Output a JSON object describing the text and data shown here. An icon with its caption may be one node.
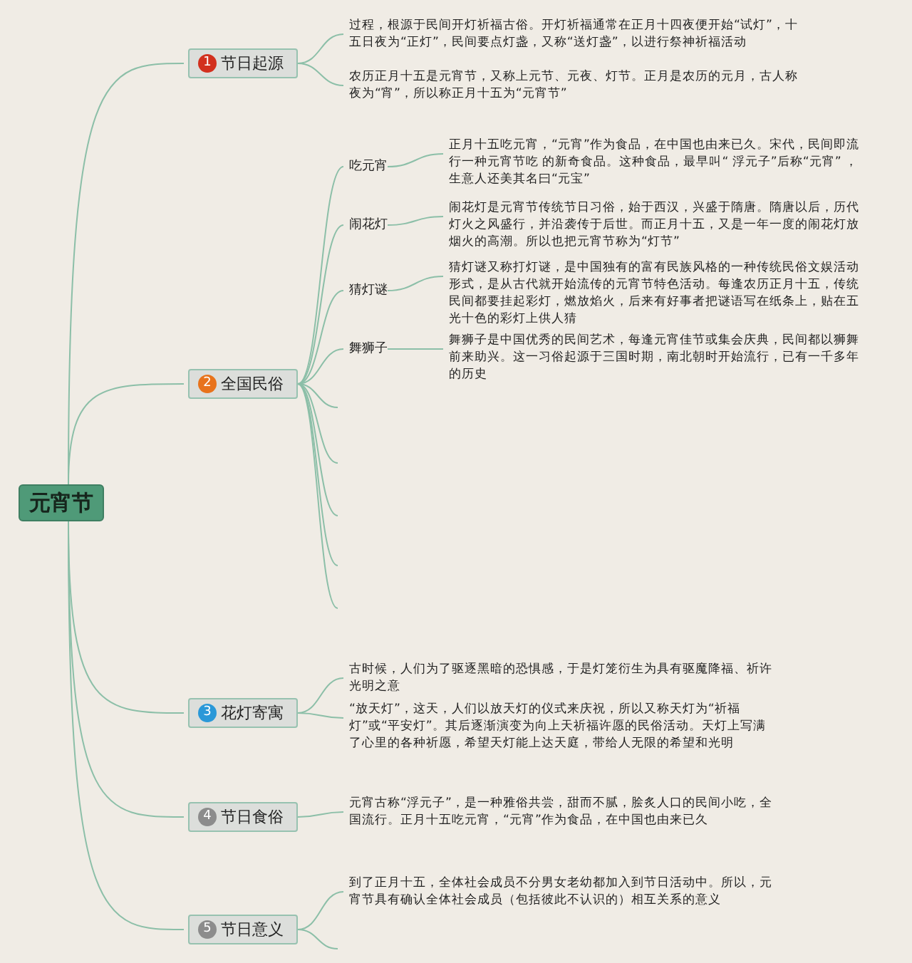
{
  "diagram": {
    "nodes": [
      {
        "text": [
          "元宵节"
        ]
      },
      {
        "text": [
          "1",
          "节日起源"
        ]
      },
      {
        "text": [
          "过程，根源于民间开灯祈福古俗。开灯祈福通常在正月十四夜便开始“试灯”，十五日夜为“正灯”，民间要点灯盏，又称“送灯盏”，以进行祭神祈福活动"
        ]
      },
      {
        "text": [
          "农历正月十五是元宵节，又称上元节、元夜、灯节。正月是农历的元月，古人称夜为“宵”，所以称正月十五为“元宵节”"
        ]
      },
      {
        "text": [
          "2",
          "全国民俗"
        ]
      },
      {
        "text": [
          "吃元宵"
        ]
      },
      {
        "text": [
          "正月十五吃元宵，“元宵”作为食品，在中国也由来已久。宋代，民间即流行一种元宵节吃 的新奇食品。这种食品，最早叫“ 浮元子”后称“元宵” ，生意人还美其名曰“元宝”"
        ]
      },
      {
        "text": [
          "闹花灯"
        ]
      },
      {
        "text": [
          "闹花灯是元宵节传统节日习俗，始于西汉，兴盛于隋唐。隋唐以后，历代灯火之风盛行，并沿袭传于后世。而正月十五，又是一年一度的闹花灯放烟火的高潮。所以也把元宵节称为“灯节”"
        ]
      },
      {
        "text": [
          "猜灯谜"
        ]
      },
      {
        "text": [
          "猜灯谜又称打灯谜，是中国独有的富有民族风格的一种传统民俗文娱活动形式，是从古代就开始流传的元宵节特色活动。每逢农历正月十五，传统民间都要挂起彩灯，燃放焰火，后来有好事者把谜语写在纸条上，贴在五光十色的彩灯上供人猜"
        ]
      },
      {
        "text": [
          "舞狮子"
        ]
      },
      {
        "text": [
          "舞狮子是中国优秀的民间艺术，每逢元宵佳节或集会庆典，民间都以狮舞前来助兴。这一习俗起源于三国时期，南北朝时开始流行，已有一千多年的历史"
        ]
      },
      {
        "text": [
          "3",
          "花灯寄寓"
        ]
      },
      {
        "text": [
          "古时候，人们为了驱逐黑暗的恐惧感，于是灯笼衍生为具有驱魔降福、祈许光明之意"
        ]
      },
      {
        "text": [
          "“放天灯”，这天，人们以放天灯的仪式来庆祝，所以又称天灯为“祈福灯”或“平安灯”。其后逐渐演变为向上天祈福许愿的民俗活动。天灯上写满了心里的各种祈愿，希望天灯能上达天庭，带给人无限的希望和光明"
        ]
      },
      {
        "text": [
          "4",
          "节日食俗"
        ]
      },
      {
        "text": [
          "元宵古称“浮元子”，是一种雅俗共尝，甜而不腻，脍炙人口的民间小吃，全国流行。正月十五吃元宵，“元宵”作为食品，在中国也由来已久"
        ]
      },
      {
        "text": [
          "5",
          "节日意义"
        ]
      },
      {
        "text": [
          "到了正月十五，全体社会成员不分男女老幼都加入到节日活动中。所以，元宵节具有确认全体社会成员（包括彼此不认识的）相互关系的意义"
        ]
      }
    ],
    "edges": [
      {
        "from": 0,
        "to": 1,
        "arrow": "none"
      },
      {
        "from": 0,
        "to": 4,
        "arrow": "none"
      },
      {
        "from": 0,
        "to": 13,
        "arrow": "none"
      },
      {
        "from": 0,
        "to": 16,
        "arrow": "none"
      },
      {
        "from": 0,
        "to": 18,
        "arrow": "none"
      },
      {
        "from": 1,
        "to": 2,
        "arrow": "none"
      },
      {
        "from": 1,
        "to": 3,
        "arrow": "none"
      },
      {
        "from": 4,
        "to": 5,
        "arrow": "none"
      },
      {
        "from": 4,
        "to": 7,
        "arrow": "none"
      },
      {
        "from": 4,
        "to": 9,
        "arrow": "none"
      },
      {
        "from": 4,
        "to": 11,
        "arrow": "none"
      },
      {
        "from": 5,
        "to": 6,
        "arrow": "none"
      },
      {
        "from": 7,
        "to": 8,
        "arrow": "none"
      },
      {
        "from": 9,
        "to": 10,
        "arrow": "none"
      },
      {
        "from": 11,
        "to": 12,
        "arrow": "none"
      },
      {
        "from": 4,
        "to": null,
        "arrow": "none"
      },
      {
        "from": 4,
        "to": null,
        "arrow": "none"
      },
      {
        "from": 4,
        "to": null,
        "arrow": "none"
      },
      {
        "from": 4,
        "to": null,
        "arrow": "none"
      },
      {
        "from": 4,
        "to": null,
        "arrow": "none"
      },
      {
        "from": 13,
        "to": 14,
        "arrow": "none"
      },
      {
        "from": 13,
        "to": 15,
        "arrow": "none"
      },
      {
        "from": 16,
        "to": 17,
        "arrow": "none"
      },
      {
        "from": 18,
        "to": 19,
        "arrow": "none"
      },
      {
        "from": 18,
        "to": null,
        "arrow": "none"
      }
    ]
  }
}
